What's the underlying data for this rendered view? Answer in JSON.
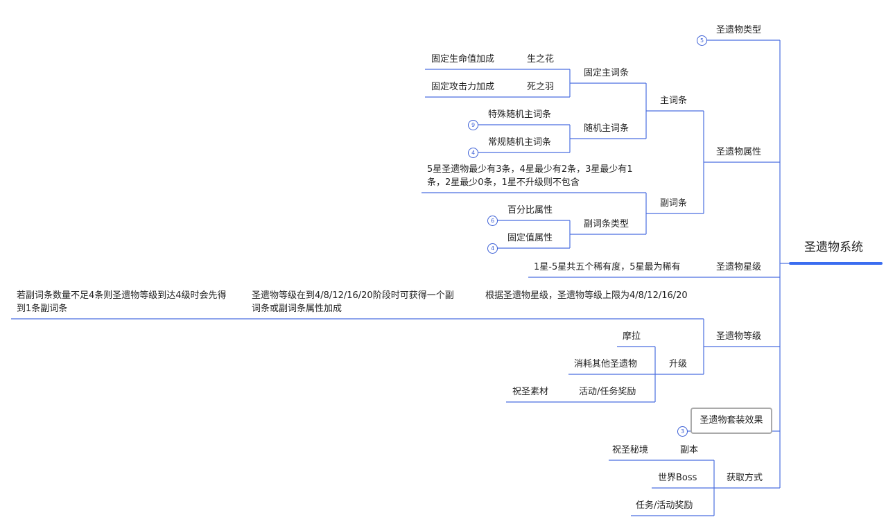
{
  "root": "圣遗物系统",
  "branches": {
    "type": {
      "label": "圣遗物类型",
      "badge": "5"
    },
    "attr": {
      "label": "圣遗物属性",
      "main": {
        "label": "主词条",
        "fixed": {
          "label": "固定主词条",
          "flower": {
            "label": "生之花",
            "note": "固定生命值加成"
          },
          "plume": {
            "label": "死之羽",
            "note": "固定攻击力加成"
          }
        },
        "random": {
          "label": "随机主词条",
          "special": {
            "label": "特殊随机主词条",
            "badge": "9"
          },
          "normal": {
            "label": "常规随机主词条",
            "badge": "4"
          }
        }
      },
      "sub": {
        "label": "副词条",
        "note": "5星圣遗物最少有3条，4星最少有2条，3星最少有1条，2星最少0条，1星不升级则不包含",
        "types": {
          "label": "副词条类型",
          "percent": {
            "label": "百分比属性",
            "badge": "6"
          },
          "flat": {
            "label": "固定值属性",
            "badge": "4"
          }
        }
      }
    },
    "rarity": {
      "label": "圣遗物星级",
      "note": "1星-5星共五个稀有度，5星最为稀有"
    },
    "level": {
      "label": "圣遗物等级",
      "note1": "根据圣遗物星级，圣遗物等级上限为4/8/12/16/20",
      "note2": "圣遗物等级在到4/8/12/16/20阶段时可获得一个副词条或副词条属性加成",
      "note3": "若副词条数量不足4条则圣遗物等级到达4级时会先得到1条副词条",
      "upgrade": {
        "label": "升级",
        "mora": "摩拉",
        "consume": "消耗其他圣遗物",
        "event": {
          "label": "活动/任务奖励",
          "material": "祝圣素材"
        }
      }
    },
    "set": {
      "label": "圣遗物套装效果",
      "badge": "3"
    },
    "obtain": {
      "label": "获取方式",
      "domain": {
        "label": "副本",
        "sub": "祝圣秘境"
      },
      "boss": "世界Boss",
      "quest": "任务/活动奖励"
    }
  },
  "colors": {
    "line": "#4a6ee0",
    "root_bar": "#3b6df0",
    "badge": "#3b5fd6",
    "box_border": "#aaaaaa"
  }
}
